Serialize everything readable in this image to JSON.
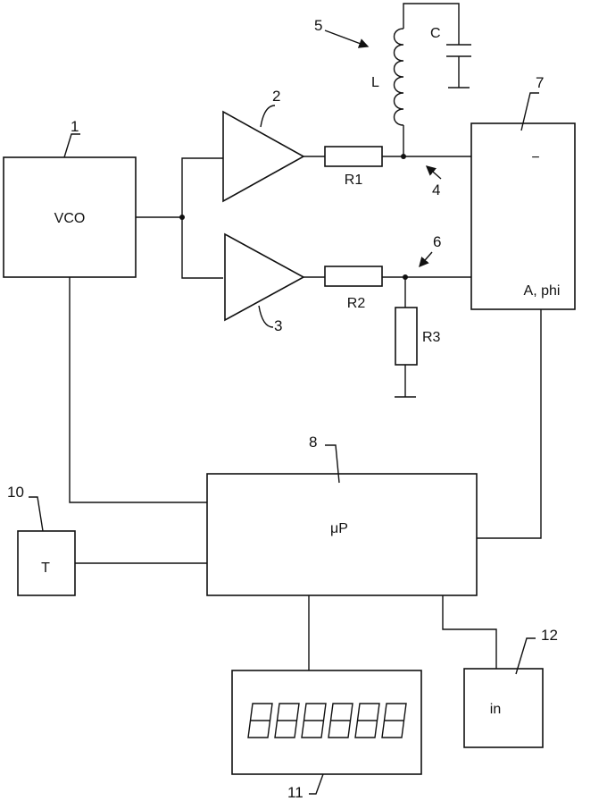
{
  "blocks": {
    "vco": "VCO",
    "analyzer_minus": "−",
    "analyzer_out": "A, phi",
    "mp": "μP",
    "t": "T",
    "in": "in"
  },
  "components": {
    "r1": "R1",
    "r2": "R2",
    "r3": "R3",
    "l": "L",
    "c": "C"
  },
  "refs": {
    "vco": "1",
    "amp_top": "2",
    "amp_bottom": "3",
    "node_top": "4",
    "lc_circuit": "5",
    "node_bottom": "6",
    "analyzer": "7",
    "mp": "8",
    "t": "10",
    "display": "11",
    "in": "12"
  }
}
